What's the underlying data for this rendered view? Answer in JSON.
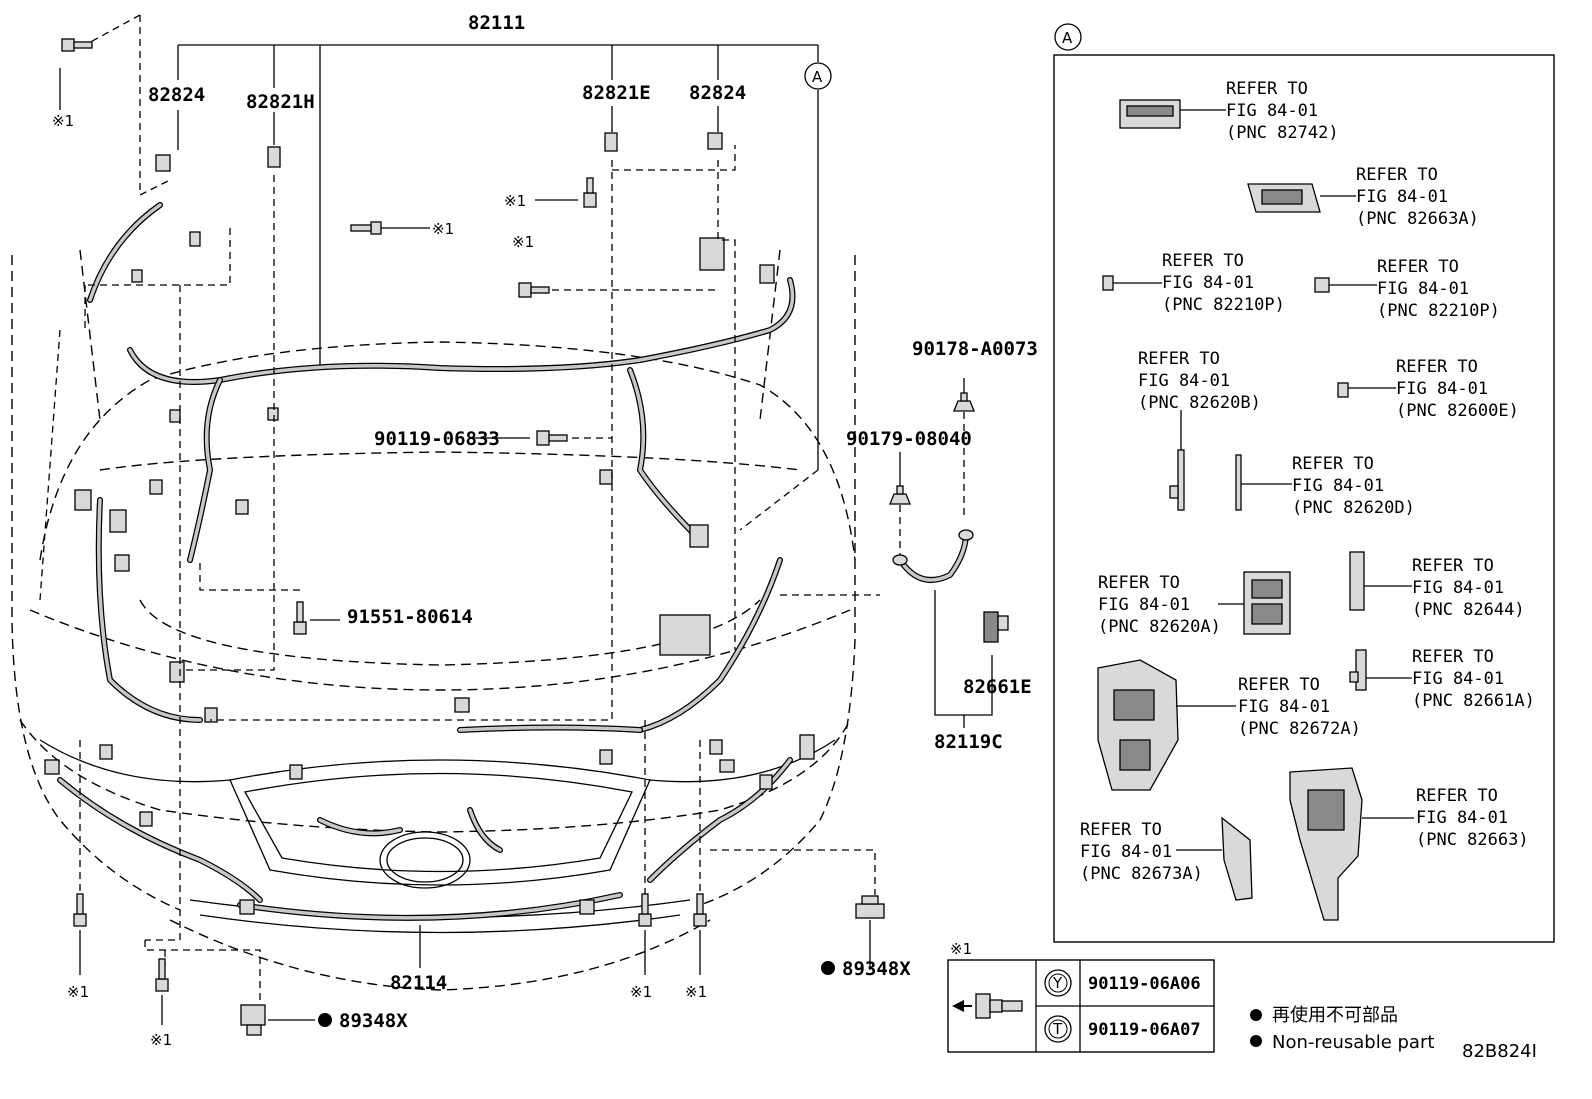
{
  "diagram": {
    "part_numbers": {
      "main_harness": "82111",
      "connector_top_left": "82824",
      "connector_h": "82821H",
      "connector_e": "82821E",
      "connector_top_right": "82824",
      "clip_a0073": "90178-A0073",
      "bolt_06833": "90119-06833",
      "clip_08040": "90179-08040",
      "bolt_80614": "91551-80614",
      "part_82661e": "82661E",
      "part_82119c": "82119C",
      "front_harness": "82114",
      "clamp_right": "89348X",
      "clamp_bottom": "89348X"
    },
    "callout_marks": {
      "a_label": "A",
      "star1": "※1"
    },
    "detail_panel": {
      "label": "A",
      "refs": [
        {
          "line1": "REFER TO",
          "line2": "FIG 84-01",
          "line3": "(PNC 82742)"
        },
        {
          "line1": "REFER TO",
          "line2": "FIG 84-01",
          "line3": "(PNC 82663A)"
        },
        {
          "line1": "REFER TO",
          "line2": "FIG 84-01",
          "line3": "(PNC 82210P)"
        },
        {
          "line1": "REFER TO",
          "line2": "FIG 84-01",
          "line3": "(PNC 82210P)"
        },
        {
          "line1": "REFER TO",
          "line2": "FIG 84-01",
          "line3": "(PNC 82620B)"
        },
        {
          "line1": "REFER TO",
          "line2": "FIG 84-01",
          "line3": "(PNC 82600E)"
        },
        {
          "line1": "REFER TO",
          "line2": "FIG 84-01",
          "line3": "(PNC 82620D)"
        },
        {
          "line1": "REFER TO",
          "line2": "FIG 84-01",
          "line3": "(PNC 82620A)"
        },
        {
          "line1": "REFER TO",
          "line2": "FIG 84-01",
          "line3": "(PNC 82644)"
        },
        {
          "line1": "REFER TO",
          "line2": "FIG 84-01",
          "line3": "(PNC 82661A)"
        },
        {
          "line1": "REFER TO",
          "line2": "FIG 84-01",
          "line3": "(PNC 82672A)"
        },
        {
          "line1": "REFER TO",
          "line2": "FIG 84-01",
          "line3": "(PNC 82673A)"
        },
        {
          "line1": "REFER TO",
          "line2": "FIG 84-01",
          "line3": "(PNC 82663)"
        }
      ]
    },
    "bolt_table": {
      "title": "※1",
      "rows": [
        {
          "code": "Y",
          "part": "90119-06A06"
        },
        {
          "code": "T",
          "part": "90119-06A07"
        }
      ]
    },
    "legend": {
      "jp": "再使用不可部品",
      "en": "Non-reusable part"
    },
    "figure_id": "82B824I"
  }
}
